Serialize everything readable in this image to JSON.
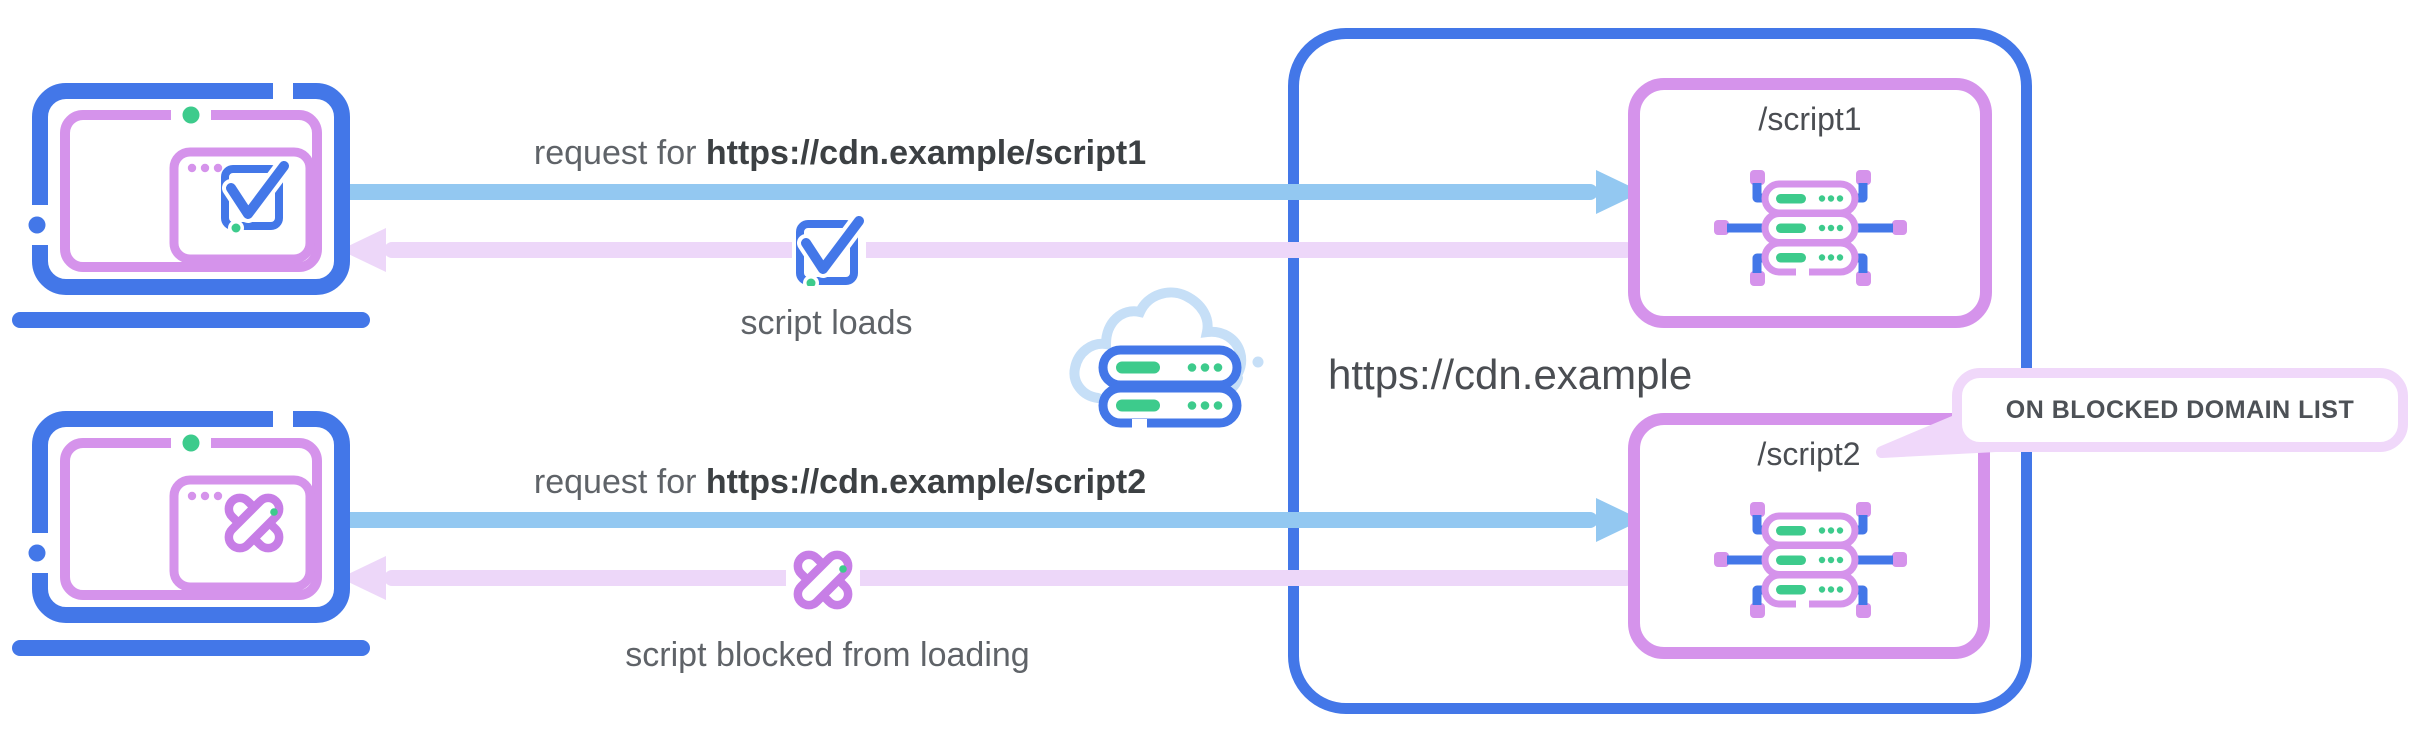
{
  "diagram": {
    "row_allowed": {
      "request_prefix": "request for ",
      "request_url": "https://cdn.example/script1",
      "result_label": "script loads"
    },
    "row_blocked": {
      "request_prefix": "request for ",
      "request_url": "https://cdn.example/script2",
      "result_label": "script blocked from loading"
    },
    "cdn": {
      "domain_label": "https://cdn.example",
      "endpoints": [
        {
          "path": "/script1"
        },
        {
          "path": "/script2"
        }
      ],
      "callout_label": "ON BLOCKED DOMAIN LIST"
    },
    "icons": {
      "client_allowed": "laptop-with-check-icon",
      "client_blocked": "laptop-with-cross-icon",
      "allowed_result": "check-square-icon",
      "blocked_result": "cross-icon",
      "network": "cloud-server-icon",
      "endpoint": "server-node-icon"
    }
  },
  "colors": {
    "blue": "#4377E8",
    "light_blue": "#93C8F1",
    "pale_blue": "#C6DFF7",
    "lavender": "#EDD7F9",
    "callout_border": "#F0D8FA",
    "purple": "#D593EB",
    "purple_x": "#C77EE6",
    "green": "#3DCB8C",
    "text_dark": "#3C4043",
    "text_mid": "#5F6368",
    "text_heading": "#4A4D52"
  }
}
